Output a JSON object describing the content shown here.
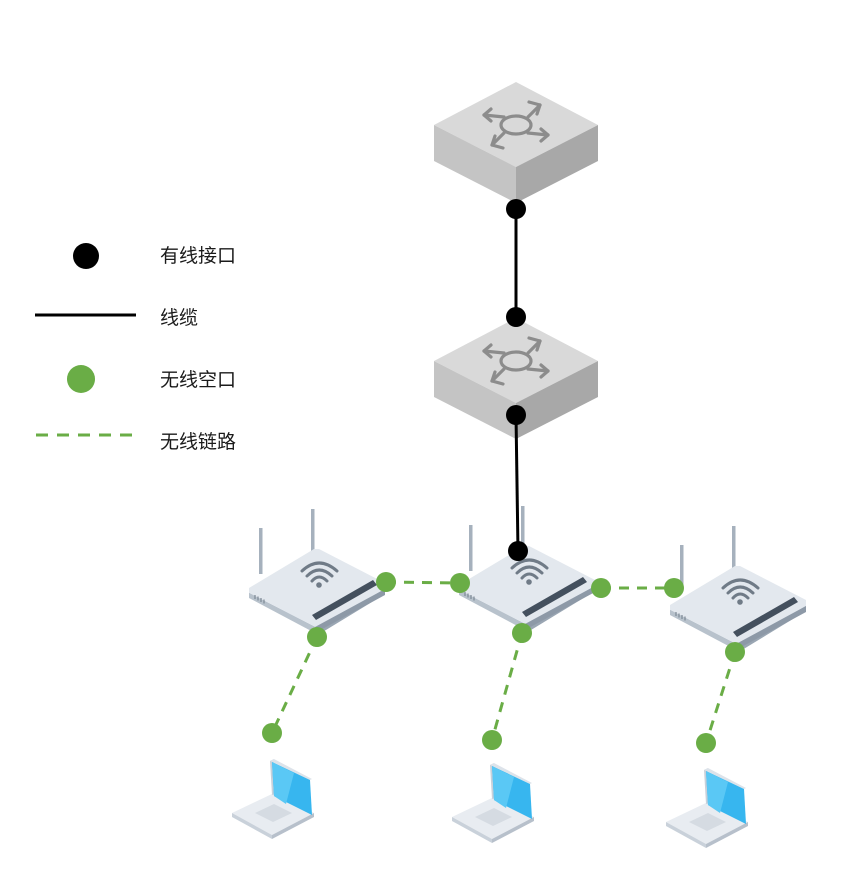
{
  "legend": {
    "items": [
      {
        "key": "wired_port",
        "label": "有线接口"
      },
      {
        "key": "cable",
        "label": "线缆"
      },
      {
        "key": "wireless_port",
        "label": "无线空口"
      },
      {
        "key": "wireless_link",
        "label": "无线链路"
      }
    ]
  },
  "colors": {
    "wired": "#000000",
    "wireless": "#6aad46",
    "switch_top": "#d9d9d9",
    "switch_left": "#c2c2c2",
    "switch_right": "#a9a9a9",
    "switch_arrows": "#8c8c8c",
    "ap_body": "#e3e8ee",
    "ap_edge": "#9aa6b3",
    "ap_stripe": "#44505e",
    "laptop_screen": "#37b6ef",
    "laptop_body": "#e8ecf1"
  },
  "nodes": {
    "switches": [
      {
        "id": "core-switch",
        "icon": "switch-icon"
      },
      {
        "id": "access-switch",
        "icon": "switch-icon"
      }
    ],
    "access_points": [
      {
        "id": "ap-left",
        "icon": "access-point-icon"
      },
      {
        "id": "ap-center",
        "icon": "access-point-icon"
      },
      {
        "id": "ap-right",
        "icon": "access-point-icon"
      }
    ],
    "clients": [
      {
        "id": "laptop-left",
        "icon": "laptop-icon"
      },
      {
        "id": "laptop-center",
        "icon": "laptop-icon"
      },
      {
        "id": "laptop-right",
        "icon": "laptop-icon"
      }
    ]
  },
  "links": [
    {
      "from": "core-switch",
      "to": "access-switch",
      "type": "cable"
    },
    {
      "from": "access-switch",
      "to": "ap-center",
      "type": "cable"
    },
    {
      "from": "ap-left",
      "to": "ap-center",
      "type": "wireless"
    },
    {
      "from": "ap-center",
      "to": "ap-right",
      "type": "wireless"
    },
    {
      "from": "ap-left",
      "to": "laptop-left",
      "type": "wireless"
    },
    {
      "from": "ap-center",
      "to": "laptop-center",
      "type": "wireless"
    },
    {
      "from": "ap-right",
      "to": "laptop-right",
      "type": "wireless"
    }
  ]
}
